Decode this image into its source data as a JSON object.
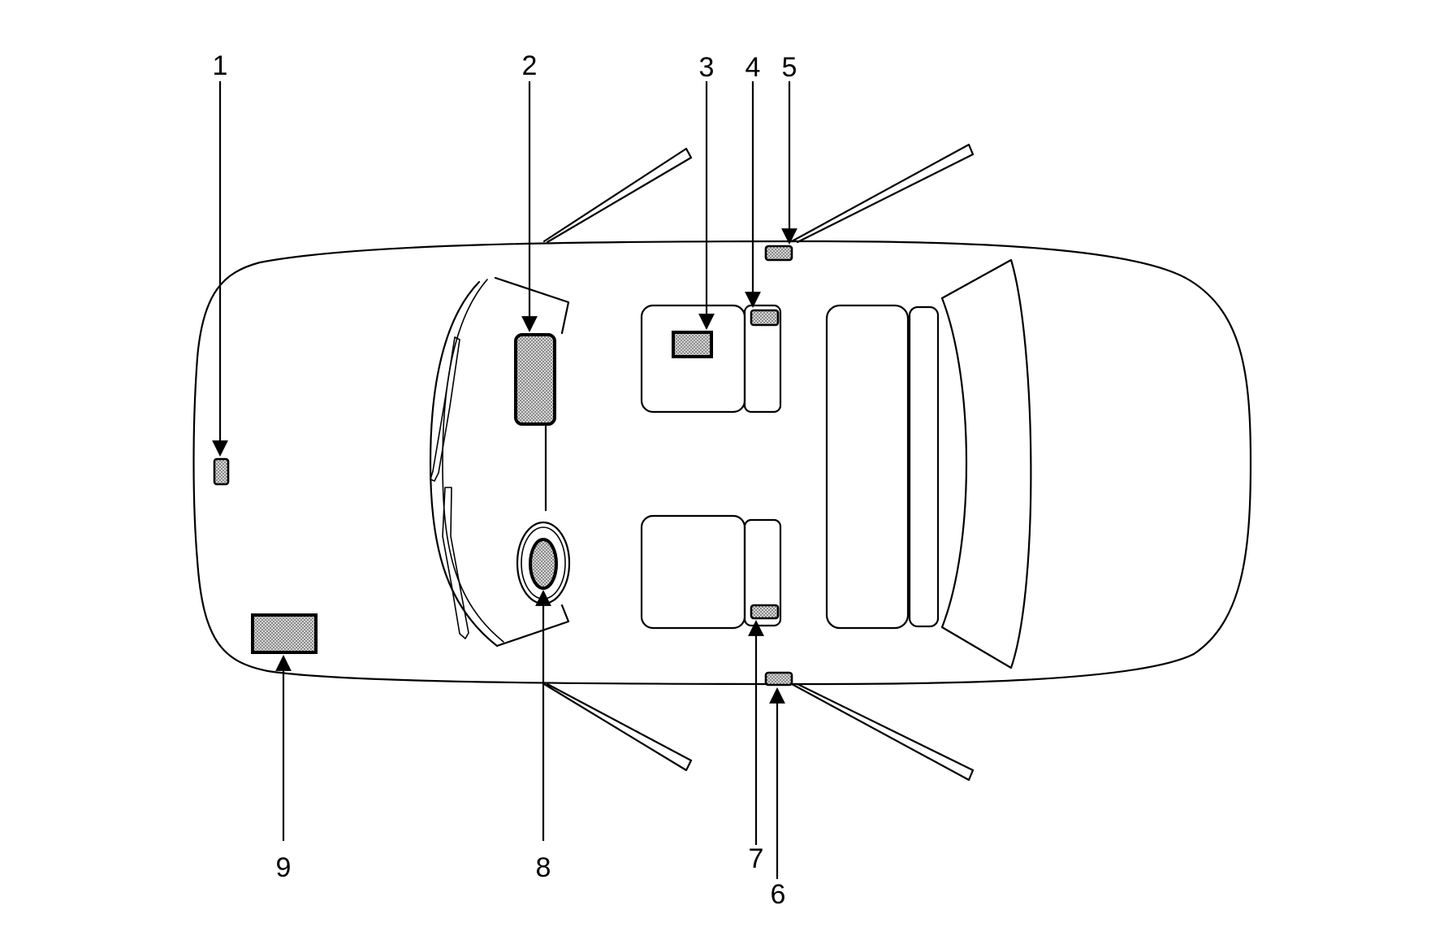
{
  "diagram": {
    "type": "component-location-diagram",
    "subject": "vehicle top view",
    "callouts": [
      {
        "id": "callout-1",
        "label": "1"
      },
      {
        "id": "callout-2",
        "label": "2"
      },
      {
        "id": "callout-3",
        "label": "3"
      },
      {
        "id": "callout-4",
        "label": "4"
      },
      {
        "id": "callout-5",
        "label": "5"
      },
      {
        "id": "callout-6",
        "label": "6"
      },
      {
        "id": "callout-7",
        "label": "7"
      },
      {
        "id": "callout-8",
        "label": "8"
      },
      {
        "id": "callout-9",
        "label": "9"
      }
    ],
    "colors": {
      "line": "#000000",
      "background": "#ffffff",
      "component_fill": "#bdbdbd"
    }
  }
}
